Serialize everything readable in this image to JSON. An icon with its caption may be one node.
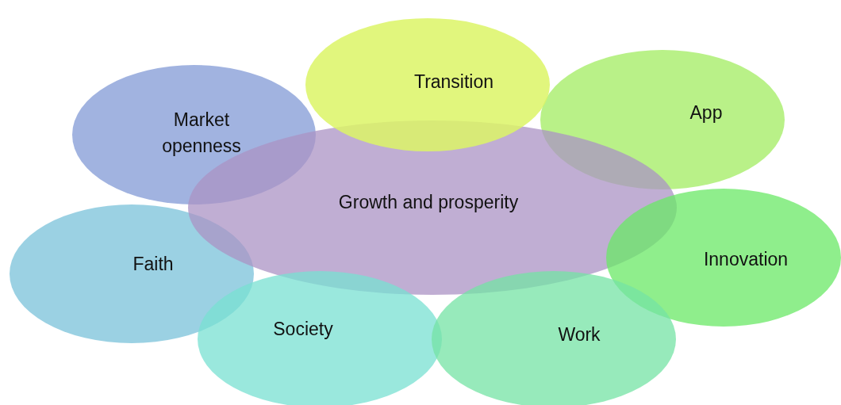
{
  "diagram": {
    "nodes": [
      {
        "text": [
          "Transition"
        ]
      },
      {
        "text": [
          "App"
        ]
      },
      {
        "text": [
          "Market openness"
        ]
      },
      {
        "text": [
          "Growth and prosperity"
        ]
      },
      {
        "text": [
          "Innovation"
        ]
      },
      {
        "text": [
          "Faith"
        ]
      },
      {
        "text": [
          "Society"
        ]
      },
      {
        "text": [
          "Work"
        ]
      }
    ]
  }
}
